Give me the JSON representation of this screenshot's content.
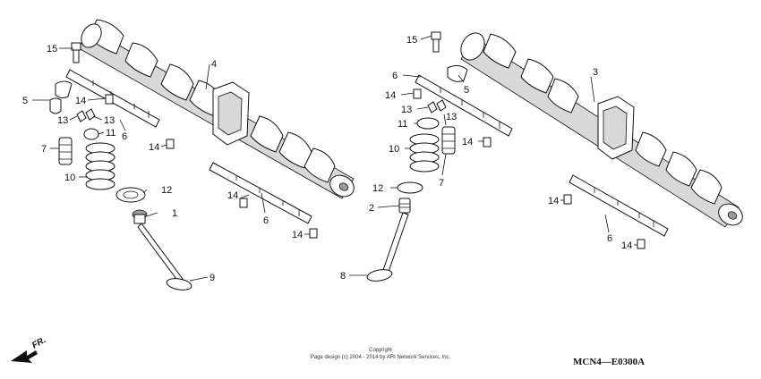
{
  "callouts": {
    "l15": "15",
    "l4": "4",
    "l5": "5",
    "l14a": "14",
    "l13a": "13",
    "l13b": "13",
    "l11": "11",
    "l6a": "6",
    "l14b": "14",
    "l7": "7",
    "l10": "10",
    "l12": "12",
    "l1": "1",
    "l14c": "14",
    "l6b": "6",
    "l14d": "14",
    "l9": "9",
    "r15": "15",
    "r6": "6",
    "r14a": "14",
    "r13": "13",
    "r5": "5",
    "r3": "3",
    "r11": "11",
    "r13b": "13",
    "r14b": "14",
    "r10": "10",
    "r7": "7",
    "r12": "12",
    "r2": "2",
    "r8": "8",
    "r14c": "14",
    "r6b": "6",
    "r14d": "14"
  },
  "copyright": {
    "line1": "Copyright",
    "line2": "Page design (c) 2004 - 2014 by ARI Network Services, Inc."
  },
  "diagram_code": "MCN4—E0300A",
  "direction_label": "FR."
}
